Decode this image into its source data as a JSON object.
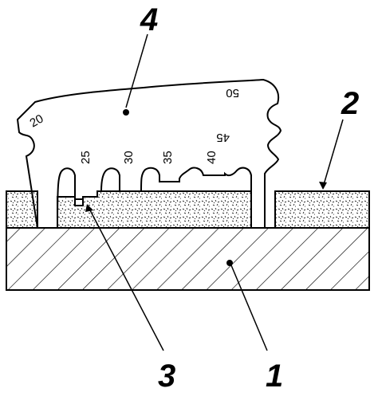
{
  "callouts": {
    "substrate": "1",
    "coating": "2",
    "notch": "3",
    "gauge": "4"
  },
  "gauge_labels": {
    "m20": "20",
    "m25": "25",
    "m30": "30",
    "m35": "35",
    "m40": "40",
    "m45": "45",
    "m50": "50"
  }
}
